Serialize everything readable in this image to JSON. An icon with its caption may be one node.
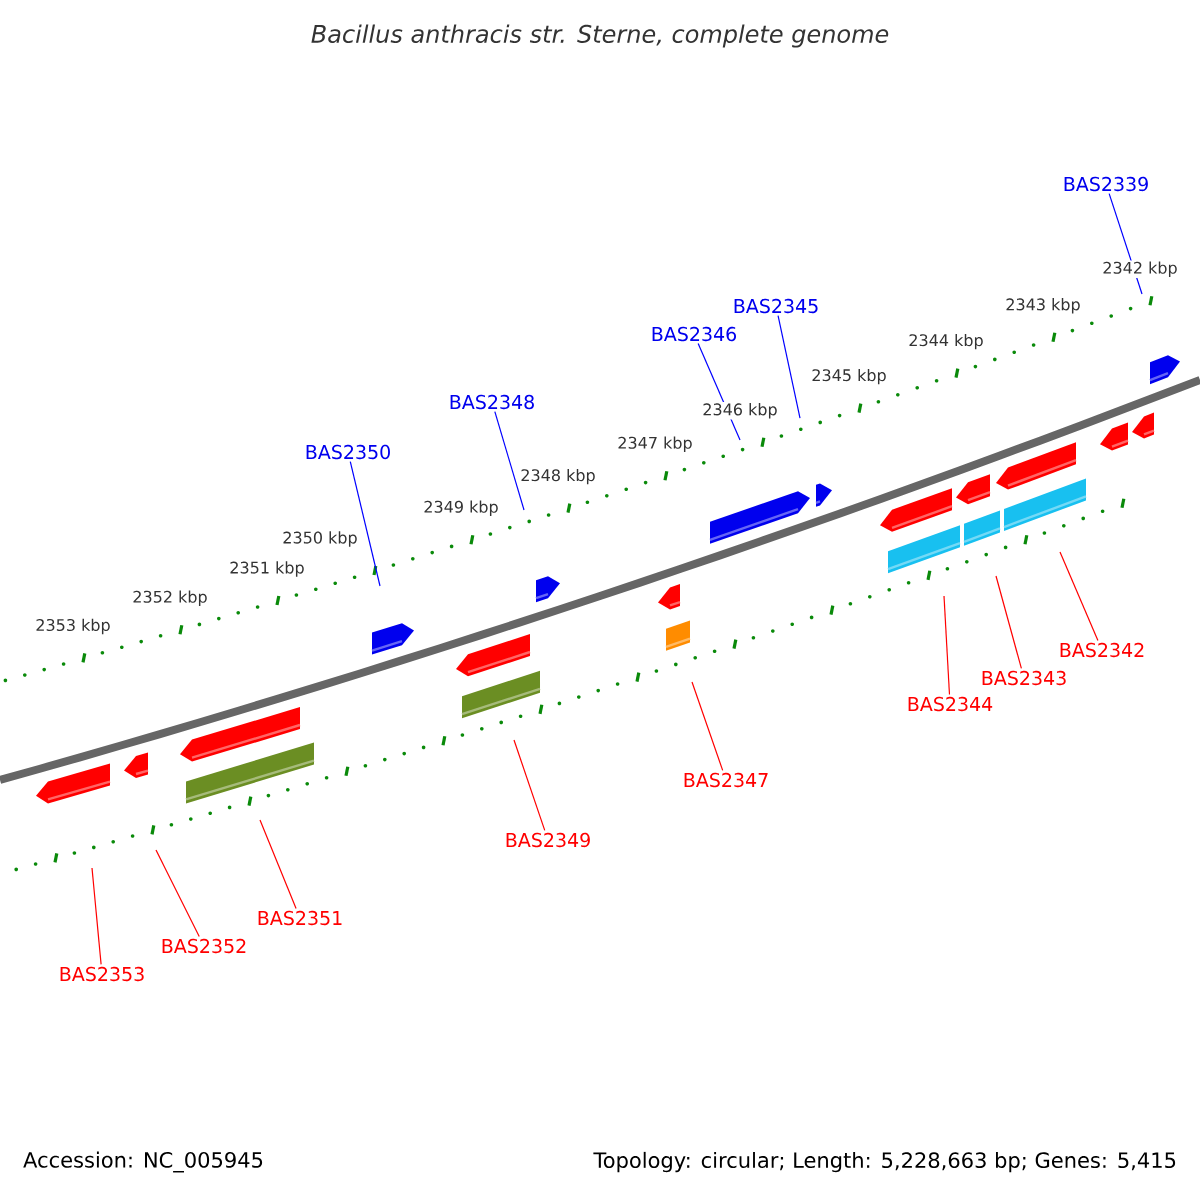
{
  "diagram": {
    "title": "Bacillus anthracis str. Sterne, complete genome",
    "nodes": [
      {
        "text": [
          "BAS2339"
        ]
      },
      {
        "text": [
          "BAS2345"
        ]
      },
      {
        "text": [
          "BAS2346"
        ]
      },
      {
        "text": [
          "BAS2348"
        ]
      },
      {
        "text": [
          "BAS2350"
        ]
      },
      {
        "text": [
          "BAS2342"
        ]
      },
      {
        "text": [
          "BAS2343"
        ]
      },
      {
        "text": [
          "BAS2344"
        ]
      },
      {
        "text": [
          "BAS2347"
        ]
      },
      {
        "text": [
          "BAS2349"
        ]
      },
      {
        "text": [
          "BAS2351"
        ]
      },
      {
        "text": [
          "BAS2352"
        ]
      },
      {
        "text": [
          "BAS2353"
        ]
      }
    ],
    "edges": [
      {
        "from": 0,
        "to": null,
        "arrow": "none",
        "color": "#0000ff"
      },
      {
        "from": 1,
        "to": null,
        "arrow": "none",
        "color": "#0000ff"
      },
      {
        "from": 2,
        "to": null,
        "arrow": "none",
        "color": "#0000ff"
      },
      {
        "from": 3,
        "to": null,
        "arrow": "none",
        "color": "#0000ff"
      },
      {
        "from": 4,
        "to": null,
        "arrow": "none",
        "color": "#0000ff"
      },
      {
        "from": 5,
        "to": null,
        "arrow": "none"
      },
      {
        "from": 6,
        "to": null,
        "arrow": "none"
      },
      {
        "from": 7,
        "to": null,
        "arrow": "none"
      },
      {
        "from": 8,
        "to": null,
        "arrow": "none"
      },
      {
        "from": 9,
        "to": null,
        "arrow": "none"
      },
      {
        "from": 10,
        "to": null,
        "arrow": "none"
      },
      {
        "from": 11,
        "to": null,
        "arrow": "none"
      },
      {
        "from": 12,
        "to": null,
        "arrow": "none"
      }
    ],
    "labels": [
      "2342 kbp",
      "2343 kbp",
      "2344 kbp",
      "2345 kbp",
      "2346 kbp",
      "2347 kbp",
      "2348 kbp",
      "2349 kbp",
      "2350 kbp",
      "2351 kbp",
      "2352 kbp",
      "2353 kbp",
      "Accession: NC_005945",
      "Topology: circular; Length: 5,228,663 bp; Genes: 5,415"
    ]
  }
}
